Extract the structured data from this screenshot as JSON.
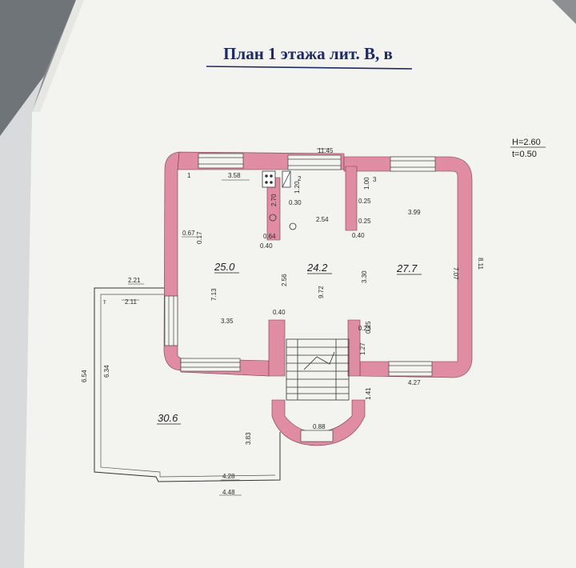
{
  "title": "План 1 этажа лит. В, в",
  "header": {
    "height": "H=2.60",
    "thickness": "t=0.50"
  },
  "colors": {
    "wall": "#e08ca3",
    "paper": "#f3f3f0",
    "line": "#333333",
    "title": "#1c2a66"
  },
  "rooms": [
    {
      "number": "1",
      "area": "25.0"
    },
    {
      "number": "2",
      "area": "24.2"
    },
    {
      "number": "3",
      "area": "27.7"
    },
    {
      "number": "",
      "area": "30.6"
    }
  ],
  "room_labels": {
    "room1": "1",
    "room2": "2",
    "room3": "3",
    "terrace": "т"
  },
  "dimensions": {
    "top_total": "11.45",
    "d_358": "3.58",
    "d_120": "1.20",
    "d_030": "0.30",
    "d_270": "2.70",
    "d_254": "2.54",
    "d_064": "0.64",
    "d_040_a": "0.40",
    "d_100": "1.00",
    "d_025_a": "0.25",
    "d_025_b": "0.25",
    "d_040_b": "0.40",
    "d_399": "3.99",
    "d_067": "0.67",
    "d_017": "0.17",
    "d_707": "7.07",
    "d_811": "8.11",
    "d_221": "2.21",
    "d_211": "2.11",
    "d_713": "7.13",
    "d_256": "2.56",
    "d_972": "9.72",
    "d_330": "3.30",
    "d_040_c": "0.40",
    "d_025_c": "0.25",
    "d_335": "3.35",
    "d_127": "1.27",
    "d_654": "6.54",
    "d_634": "6.34",
    "d_427": "4.27",
    "d_141": "1.41",
    "d_088": "0.88",
    "d_383": "3.83",
    "d_428": "4.28",
    "d_448": "4.48"
  }
}
